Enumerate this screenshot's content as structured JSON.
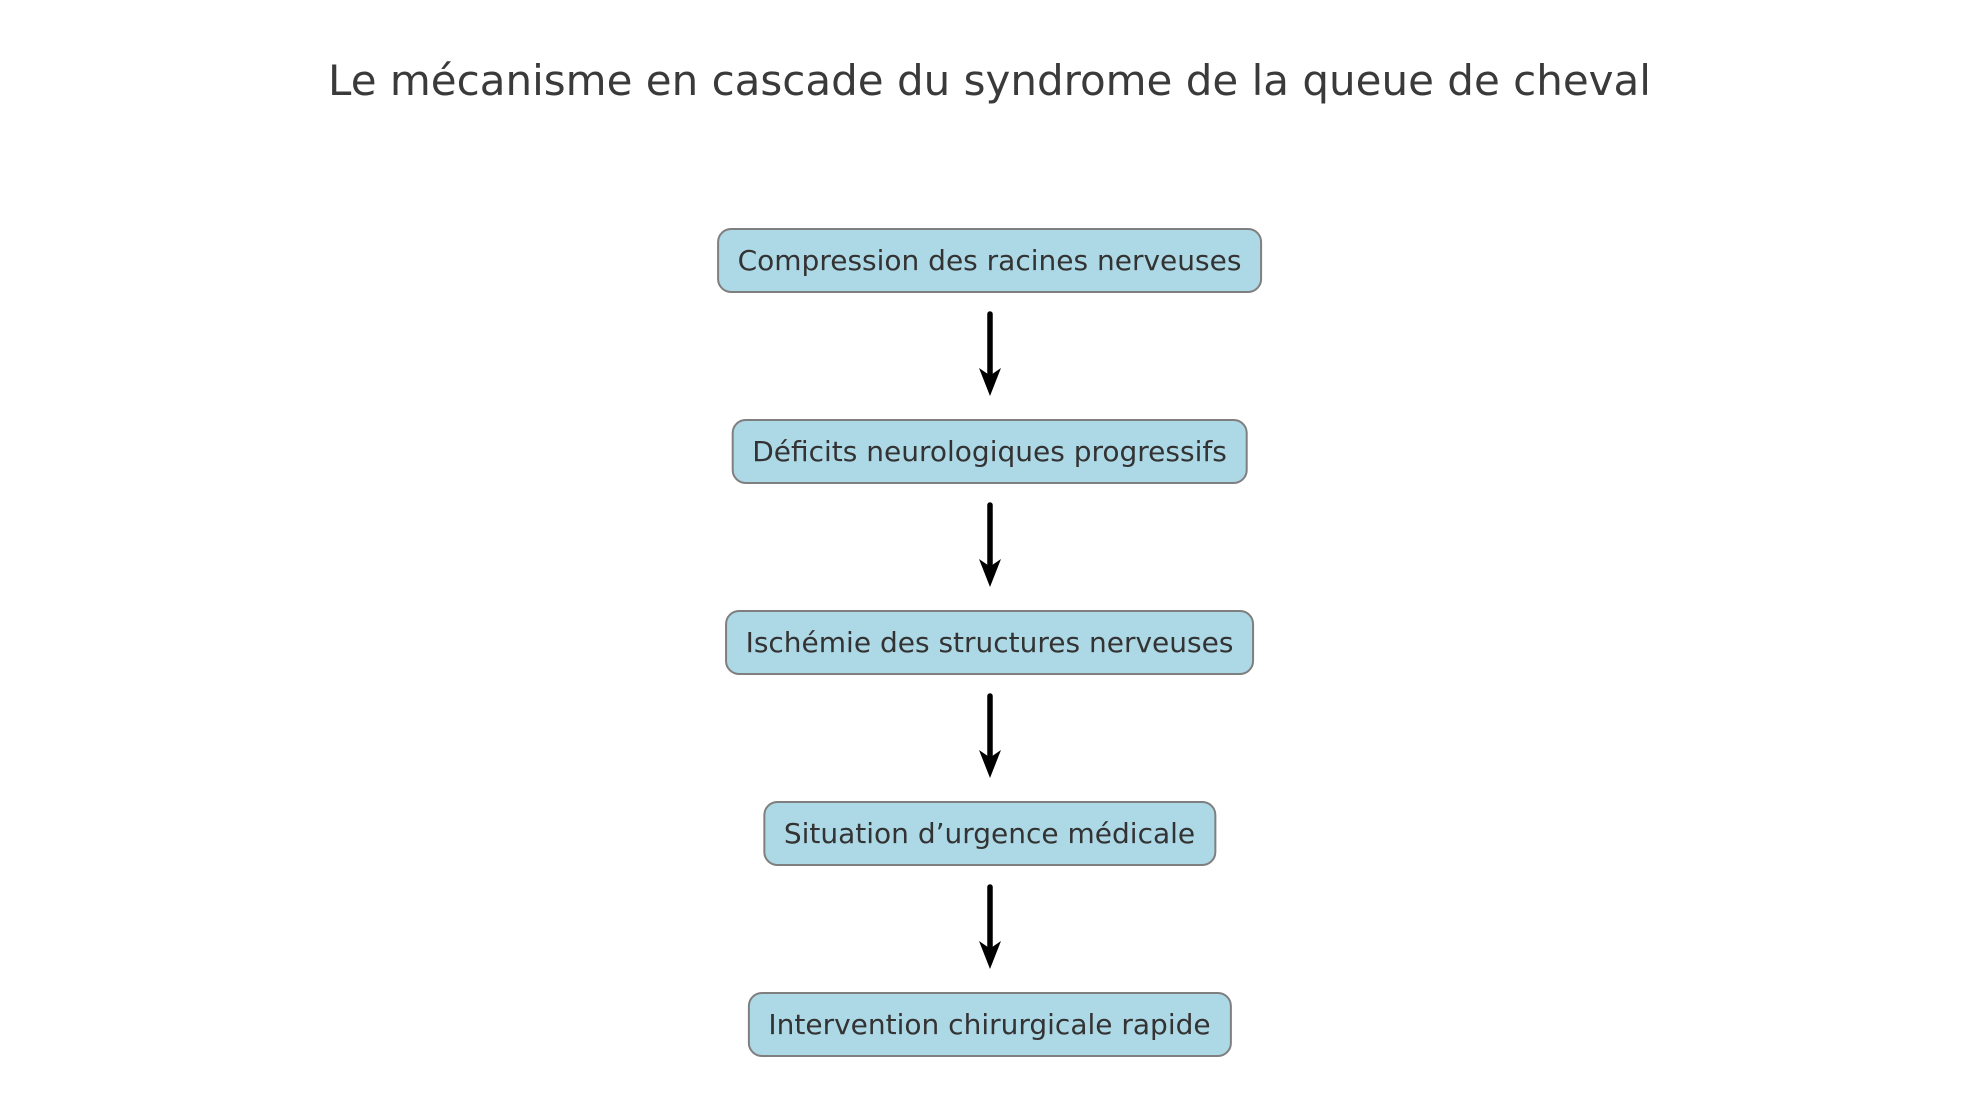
{
  "title": "Le mécanisme en cascade du syndrome de la queue de cheval",
  "diagram": {
    "type": "flowchart",
    "direction": "top-down",
    "nodes": [
      {
        "id": 1,
        "label": "Compression des racines nerveuses"
      },
      {
        "id": 2,
        "label": "Déficits neurologiques progressifs"
      },
      {
        "id": 3,
        "label": "Ischémie des structures nerveuses"
      },
      {
        "id": 4,
        "label": "Situation d’urgence médicale"
      },
      {
        "id": 5,
        "label": "Intervention chirurgicale rapide"
      }
    ],
    "edges": [
      {
        "from": 1,
        "to": 2,
        "style": "arrow-down"
      },
      {
        "from": 2,
        "to": 3,
        "style": "arrow-down"
      },
      {
        "from": 3,
        "to": 4,
        "style": "arrow-down"
      },
      {
        "from": 4,
        "to": 5,
        "style": "arrow-down"
      }
    ]
  },
  "colors": {
    "background": "#ffffff",
    "node_fill": "#add8e6",
    "node_border": "#7f7f7f",
    "node_text": "#333333",
    "title_text": "#3a3a3a",
    "arrow": "#000000"
  }
}
